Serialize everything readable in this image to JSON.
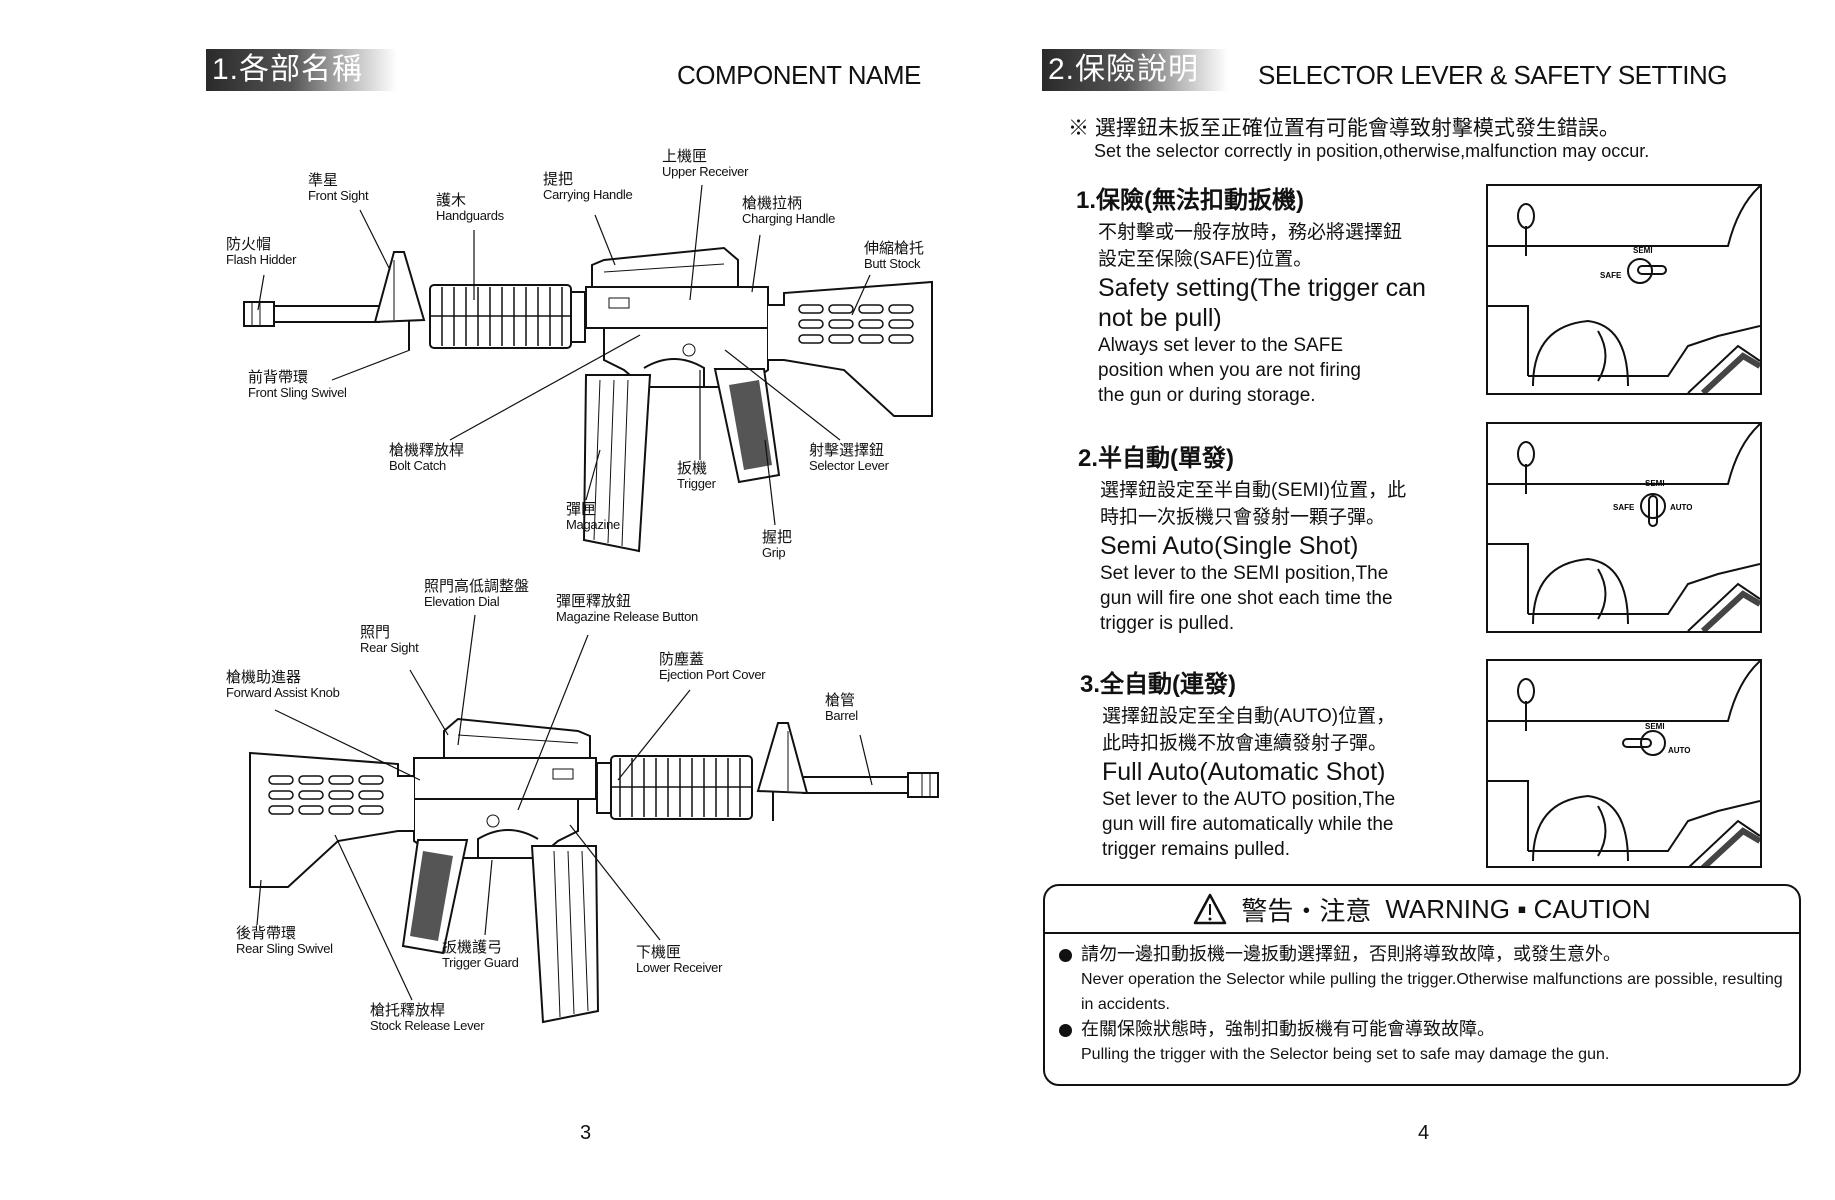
{
  "left_page": {
    "banner": "1.各部名稱",
    "title": "COMPONENT NAME",
    "page_number": "3",
    "top_diagram_labels": [
      {
        "zh": "準星",
        "en": "Front Sight"
      },
      {
        "zh": "護木",
        "en": "Handguards"
      },
      {
        "zh": "防火帽",
        "en": "Flash Hidder"
      },
      {
        "zh": "提把",
        "en": "Carrying Handle"
      },
      {
        "zh": "上機匣",
        "en": "Upper Receiver"
      },
      {
        "zh": "槍機拉柄",
        "en": "Charging Handle"
      },
      {
        "zh": "伸縮槍托",
        "en": "Butt Stock"
      },
      {
        "zh": "前背帶環",
        "en": "Front Sling Swivel"
      },
      {
        "zh": "槍機釋放桿",
        "en": "Bolt Catch"
      },
      {
        "zh": "扳機",
        "en": "Trigger"
      },
      {
        "zh": "射擊選擇鈕",
        "en": "Selector Lever"
      },
      {
        "zh": "彈匣",
        "en": "Magazine"
      },
      {
        "zh": "握把",
        "en": "Grip"
      }
    ],
    "bottom_diagram_labels": [
      {
        "zh": "照門高低調整盤",
        "en": "Elevation Dial"
      },
      {
        "zh": "彈匣釋放鈕",
        "en": "Magazine Release Button"
      },
      {
        "zh": "照門",
        "en": "Rear Sight"
      },
      {
        "zh": "防塵蓋",
        "en": "Ejection Port Cover"
      },
      {
        "zh": "槍機助進器",
        "en": "Forward Assist Knob"
      },
      {
        "zh": "槍管",
        "en": "Barrel"
      },
      {
        "zh": "後背帶環",
        "en": "Rear Sling Swivel"
      },
      {
        "zh": "扳機護弓",
        "en": "Trigger Guard"
      },
      {
        "zh": "下機匣",
        "en": "Lower Receiver"
      },
      {
        "zh": "槍托釋放桿",
        "en": "Stock Release Lever"
      }
    ]
  },
  "right_page": {
    "banner": "2.保險說明",
    "title": "SELECTOR LEVER & SAFETY SETTING",
    "page_number": "4",
    "note_zh": "※ 選擇鈕未扳至正確位置有可能會導致射擊模式發生錯誤。",
    "note_en": "Set the selector correctly in position,otherwise,malfunction may occur.",
    "sections": [
      {
        "heading": "1.保險(無法扣動扳機)",
        "zh": [
          "不射擊或一般存放時，務必將選擇鈕",
          "設定至保險(SAFE)位置。"
        ],
        "en_heading": [
          "Safety setting(The trigger can",
          "not be pull)"
        ],
        "en": [
          "Always set lever to the SAFE",
          "position when you are not firing",
          "the gun or during storage."
        ]
      },
      {
        "heading": "2.半自動(單發)",
        "zh": [
          "選擇鈕設定至半自動(SEMI)位置，此",
          "時扣一次扳機只會發射一顆子彈。"
        ],
        "en_heading": [
          "Semi Auto(Single Shot)"
        ],
        "en": [
          "Set lever to the SEMI position,The",
          "gun will fire one shot each time the",
          "trigger is pulled."
        ]
      },
      {
        "heading": "3.全自動(連發)",
        "zh": [
          "選擇鈕設定至全自動(AUTO)位置，",
          "此時扣扳機不放會連續發射子彈。"
        ],
        "en_heading": [
          "Full Auto(Automatic Shot)"
        ],
        "en": [
          "Set lever to the AUTO position,The",
          "gun will fire automatically while the",
          "trigger remains pulled."
        ]
      }
    ],
    "selector_marks": {
      "safe": "SAFE",
      "semi": "SEMI",
      "auto": "AUTO"
    },
    "warning": {
      "title_zh": "警告・注意",
      "title_en": "WARNING ▪ CAUTION",
      "items": [
        {
          "zh": "請勿一邊扣動扳機一邊扳動選擇鈕，否則將導致故障，或發生意外。",
          "en": "Never operation the Selector while pulling the trigger.Otherwise malfunctions are possible, resulting in accidents."
        },
        {
          "zh": "在關保險狀態時，強制扣動扳機有可能會導致故障。",
          "en": "Pulling the trigger with the Selector being set to safe may damage the gun."
        }
      ]
    }
  }
}
